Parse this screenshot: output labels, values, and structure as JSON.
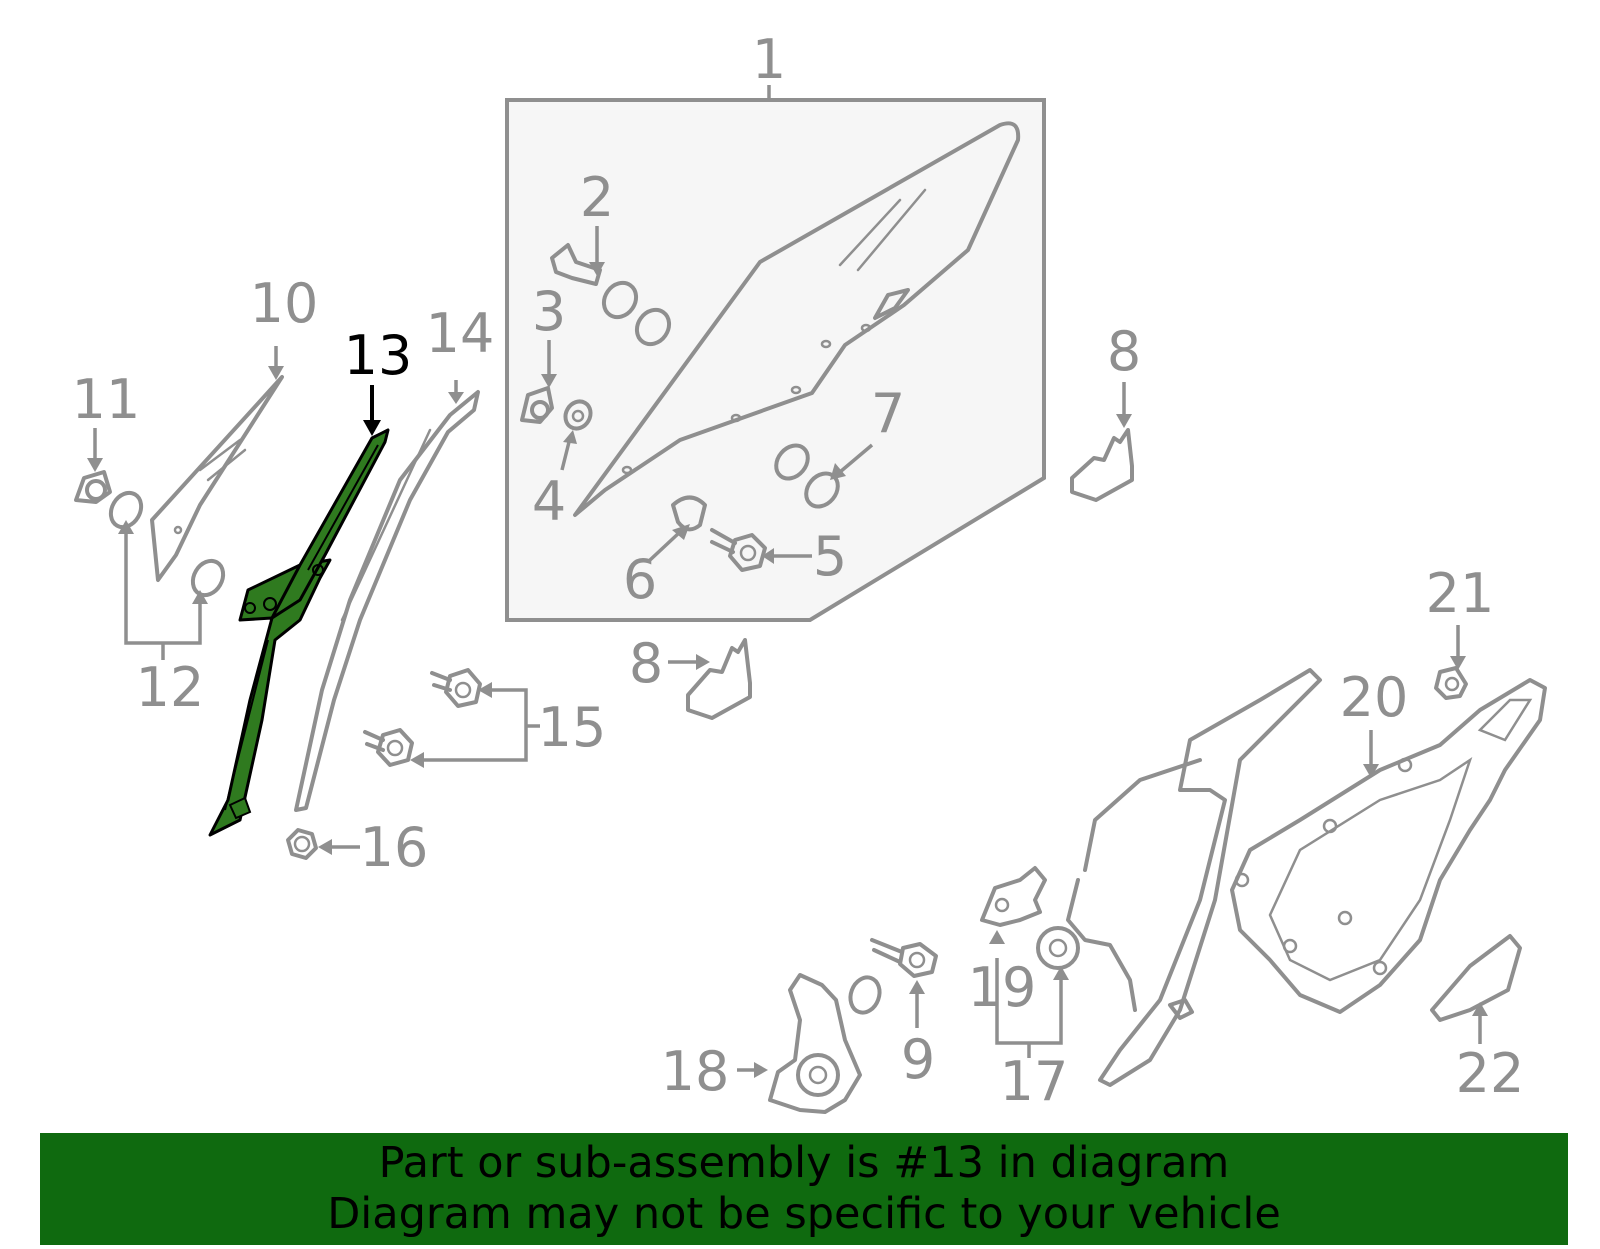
{
  "diagram": {
    "highlight_color": "#2f7a1f",
    "line_color": "#8f8f8f",
    "callouts": [
      {
        "id": "1",
        "label": "1"
      },
      {
        "id": "2",
        "label": "2"
      },
      {
        "id": "3",
        "label": "3"
      },
      {
        "id": "4",
        "label": "4"
      },
      {
        "id": "5",
        "label": "5"
      },
      {
        "id": "6",
        "label": "6"
      },
      {
        "id": "7",
        "label": "7"
      },
      {
        "id": "8a",
        "label": "8"
      },
      {
        "id": "8b",
        "label": "8"
      },
      {
        "id": "9",
        "label": "9"
      },
      {
        "id": "10",
        "label": "10"
      },
      {
        "id": "11",
        "label": "11"
      },
      {
        "id": "12",
        "label": "12"
      },
      {
        "id": "13",
        "label": "13",
        "highlighted": true
      },
      {
        "id": "14",
        "label": "14"
      },
      {
        "id": "15",
        "label": "15"
      },
      {
        "id": "16",
        "label": "16"
      },
      {
        "id": "17",
        "label": "17"
      },
      {
        "id": "18",
        "label": "18"
      },
      {
        "id": "19",
        "label": "19"
      },
      {
        "id": "20",
        "label": "20"
      },
      {
        "id": "21",
        "label": "21"
      },
      {
        "id": "22",
        "label": "22"
      }
    ]
  },
  "banner": {
    "color": "#0f6a0f",
    "line1": "Part or sub-assembly is #13 in diagram",
    "line2": "Diagram may not be specific to your vehicle"
  }
}
